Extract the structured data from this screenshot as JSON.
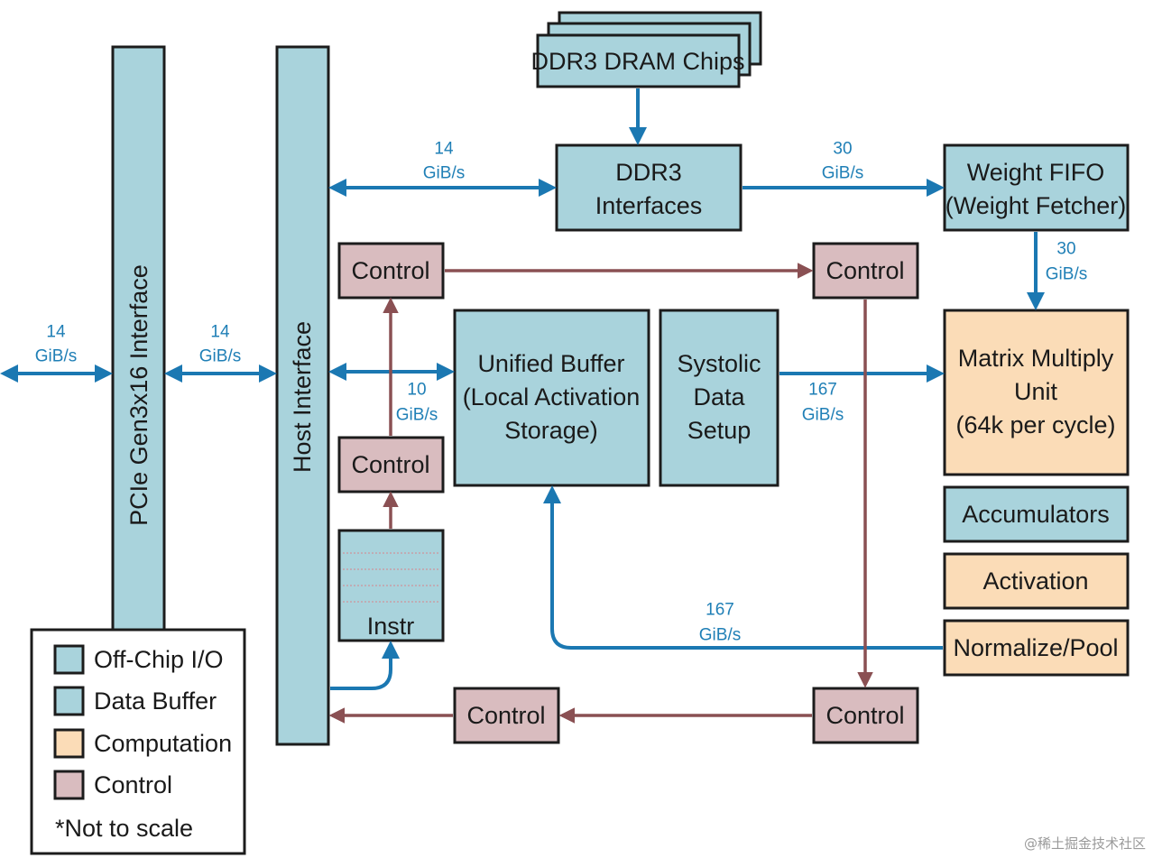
{
  "blocks": {
    "ddr3_chips": "DDR3 DRAM Chips",
    "ddr3_if_1": "DDR3",
    "ddr3_if_2": "Interfaces",
    "weight_fifo_1": "Weight FIFO",
    "weight_fifo_2": "(Weight Fetcher)",
    "pcie": "PCIe Gen3x16 Interface",
    "host": "Host Interface",
    "control_top_left": "Control",
    "control_top_right": "Control",
    "control_mid": "Control",
    "control_bottom_mid": "Control",
    "control_bottom_right": "Control",
    "unified_1": "Unified Buffer",
    "unified_2": "(Local Activation",
    "unified_3": "Storage)",
    "systolic_1": "Systolic",
    "systolic_2": "Data",
    "systolic_3": "Setup",
    "mmu_1": "Matrix Multiply",
    "mmu_2": "Unit",
    "mmu_3": "(64k per cycle)",
    "accumulators": "Accumulators",
    "activation": "Activation",
    "normalize": "Normalize/Pool",
    "instr": "Instr"
  },
  "rates": {
    "ext_num": "14",
    "ext_unit": "GiB/s",
    "pcie_host_num": "14",
    "pcie_host_unit": "GiB/s",
    "host_ddr_num": "14",
    "host_ddr_unit": "GiB/s",
    "ddr_fifo_num": "30",
    "ddr_fifo_unit": "GiB/s",
    "fifo_mmu_num": "30",
    "fifo_mmu_unit": "GiB/s",
    "host_ub_num": "10",
    "host_ub_unit": "GiB/s",
    "sys_mmu_num": "167",
    "sys_mmu_unit": "GiB/s",
    "norm_ub_num": "167",
    "norm_ub_unit": "GiB/s"
  },
  "legend": {
    "off_chip": "Off-Chip I/O",
    "data_buffer": "Data Buffer",
    "computation": "Computation",
    "control": "Control",
    "note": "*Not to scale"
  },
  "watermark": "@稀土掘金技术社区",
  "colors": {
    "io_fill": "#a9d3dc",
    "buffer_fill": "#a9d3dc",
    "computation_fill": "#fbdcb7",
    "control_fill": "#d9bcbf",
    "data_arrow": "#1b78b2",
    "control_arrow": "#8a5053"
  }
}
